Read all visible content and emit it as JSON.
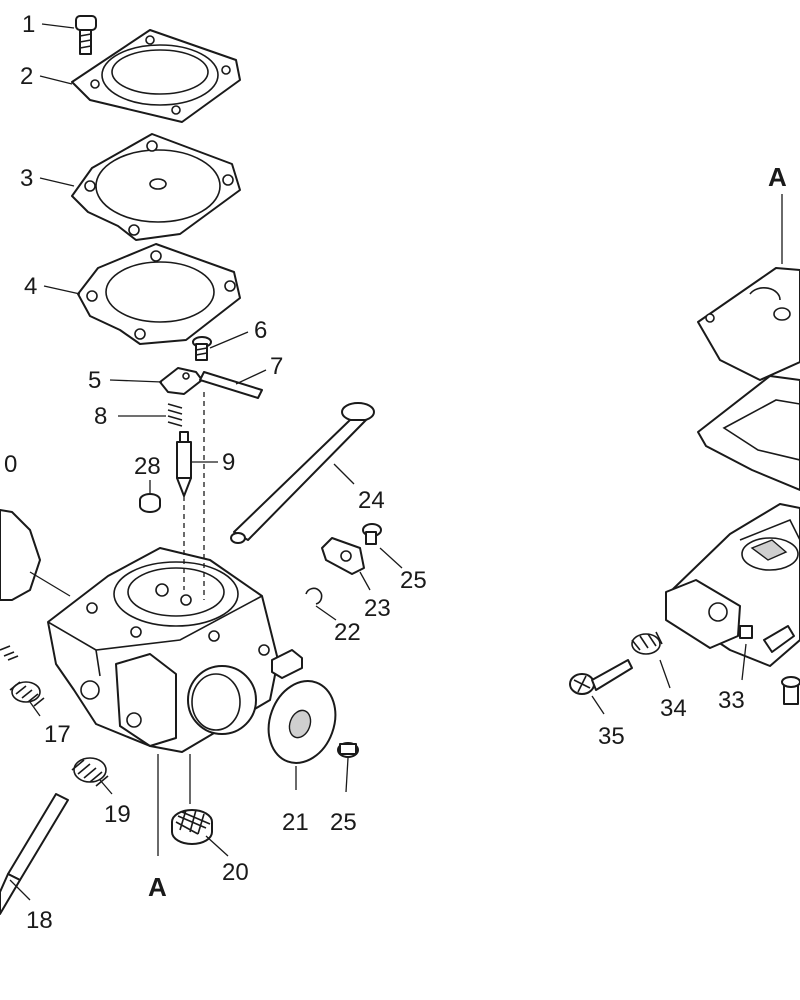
{
  "callouts": {
    "c1": "1",
    "c2": "2",
    "c3": "3",
    "c4": "4",
    "c5": "5",
    "c6": "6",
    "c7": "7",
    "c8": "8",
    "c9": "9",
    "c10": "0",
    "c28": "28",
    "c24": "24",
    "c25a": "25",
    "c23": "23",
    "c22": "22",
    "c17": "17",
    "c19": "19",
    "c18": "18",
    "c20": "20",
    "c21": "21",
    "c25b": "25",
    "cA1": "A",
    "cA2": "A",
    "c34": "34",
    "c33": "33",
    "c35": "35"
  },
  "colors": {
    "line": "#1a1a1a",
    "paper": "#ffffff",
    "shade": "#cfcfcf"
  }
}
